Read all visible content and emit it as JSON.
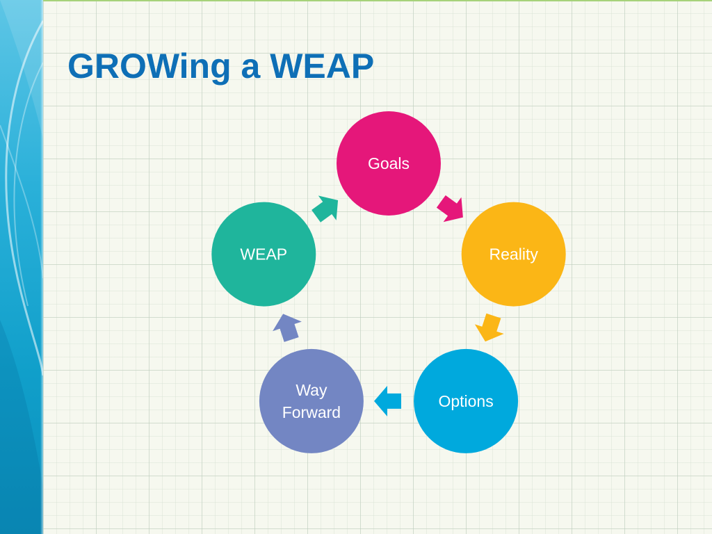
{
  "slide": {
    "title": "GROWing a WEAP"
  },
  "cycle": {
    "nodes": [
      {
        "id": "goals",
        "label_lines": [
          "Goals"
        ],
        "color": "#e5177a"
      },
      {
        "id": "reality",
        "label_lines": [
          "Reality"
        ],
        "color": "#fbb616"
      },
      {
        "id": "options",
        "label_lines": [
          "Options"
        ],
        "color": "#00a9dd"
      },
      {
        "id": "way-forward",
        "label_lines": [
          "Way",
          "Forward"
        ],
        "color": "#7386c3"
      },
      {
        "id": "weap",
        "label_lines": [
          "WEAP"
        ],
        "color": "#1fb59c"
      }
    ],
    "connectors": [
      {
        "from": "goals",
        "to": "reality",
        "color": "#e5177a"
      },
      {
        "from": "reality",
        "to": "options",
        "color": "#fbb616"
      },
      {
        "from": "options",
        "to": "way-forward",
        "color": "#00a9dd"
      },
      {
        "from": "way-forward",
        "to": "weap",
        "color": "#7386c3"
      },
      {
        "from": "weap",
        "to": "goals",
        "color": "#1fb59c"
      }
    ]
  },
  "theme": {
    "title_color": "#0e6fb6",
    "band_color": "#109fca",
    "paper_color": "#f6f8ef"
  }
}
